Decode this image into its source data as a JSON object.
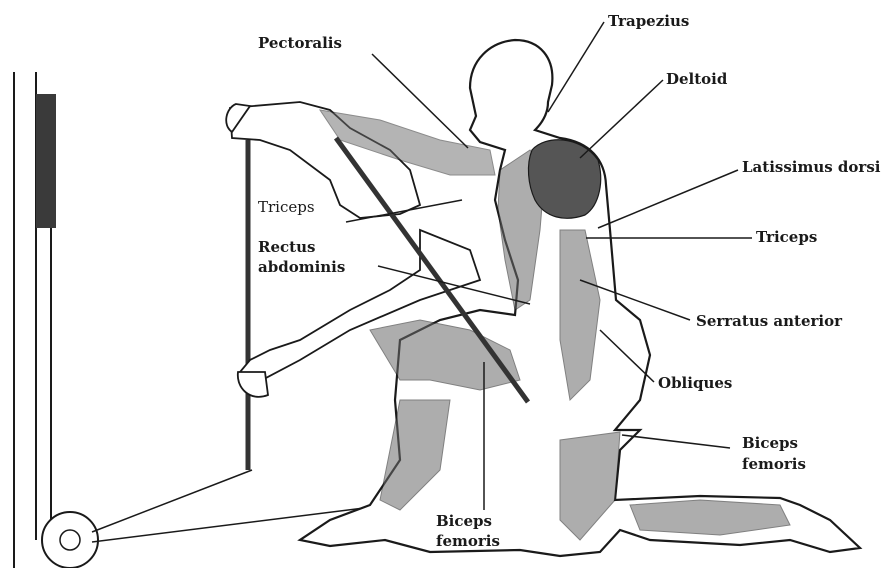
{
  "labels": {
    "pectoralis": "Pectoralis",
    "trapezius": "Trapezius",
    "deltoid": "Deltoid",
    "latissimus_dorsi": "Latissimus dorsi",
    "triceps_right": "Triceps",
    "triceps_left": "Triceps",
    "rectus_abdominis_line1": "Rectus",
    "rectus_abdominis_line2": "abdominis",
    "serratus_anterior": "Serratus anterior",
    "obliques": "Obliques",
    "biceps_femoris_right_line1": "Biceps",
    "biceps_femoris_right_line2": "femoris",
    "biceps_femoris_bottom_line1": "Biceps",
    "biceps_femoris_bottom_line2": "femoris"
  },
  "colors": {
    "ink": "#1a1a1a",
    "muscle_shade": "#6b6b6b",
    "deltoid_shade": "#555555",
    "machine_bar": "#3a3a3a"
  }
}
